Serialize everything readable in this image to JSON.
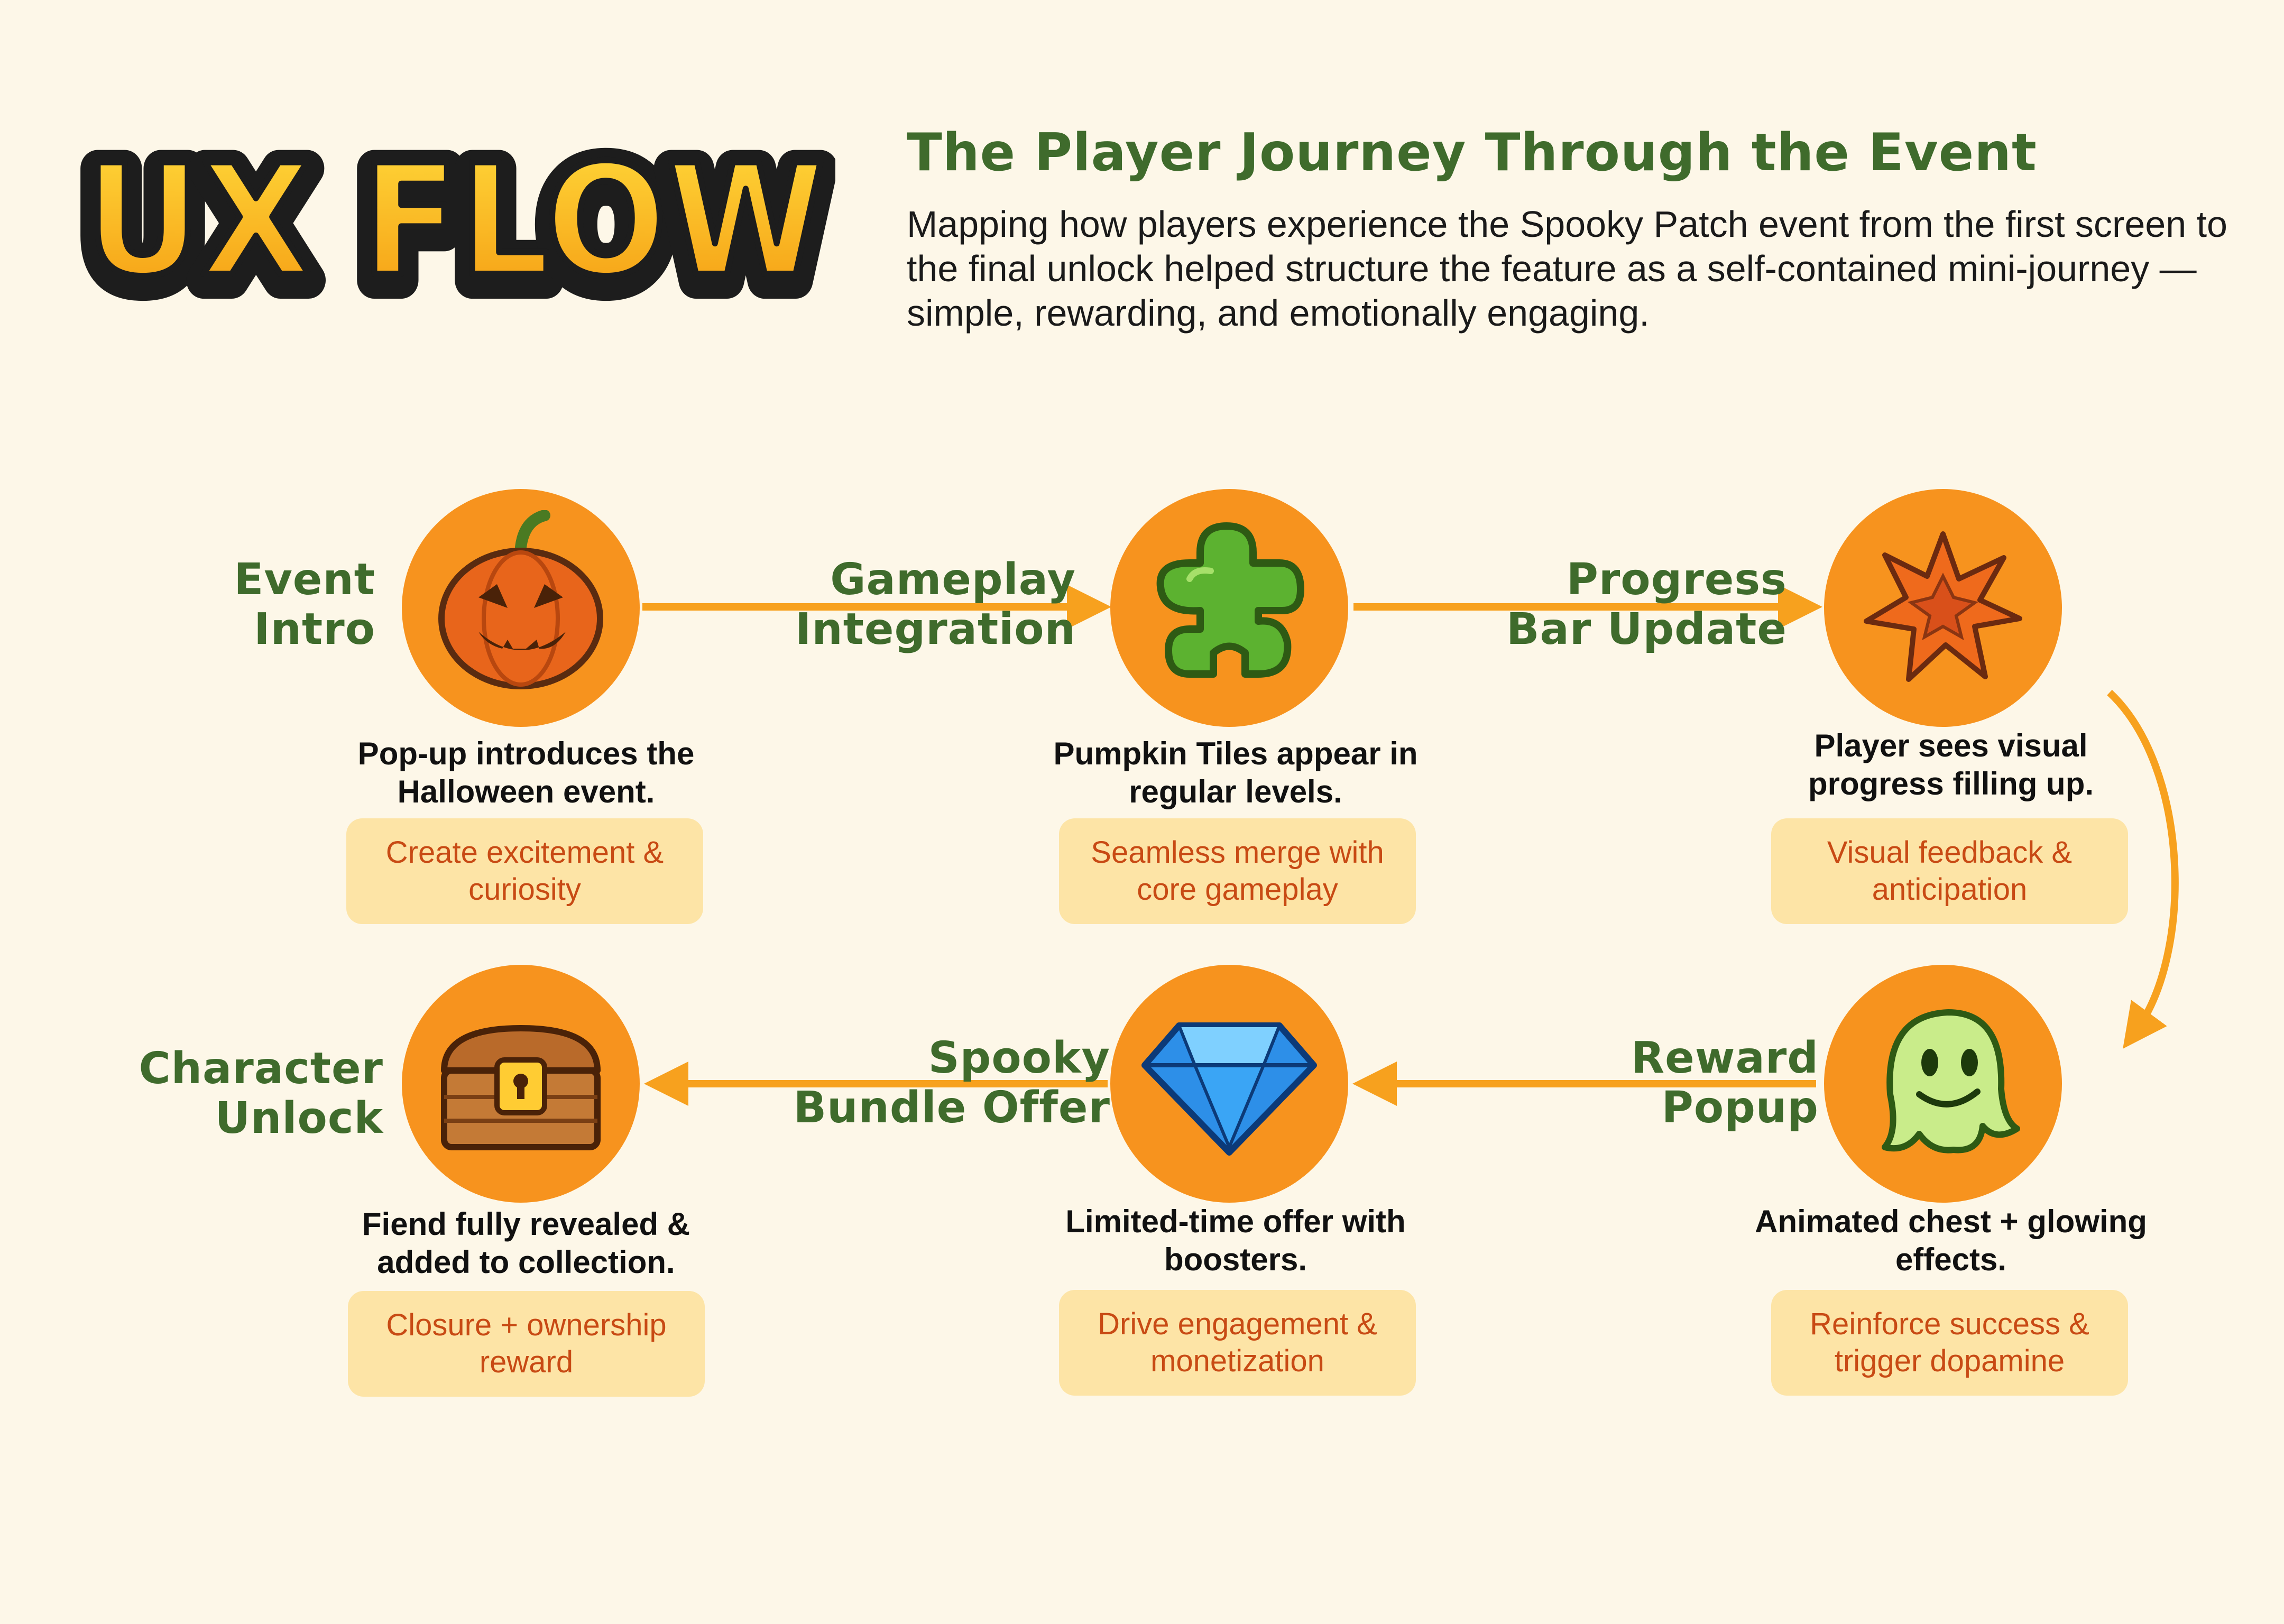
{
  "header": {
    "logo_text": "UX FLOW",
    "headline": "The Player Journey Through the Event",
    "intro": "Mapping how players experience the Spooky Patch event from the first screen to the final unlock helped structure the feature as a self-contained mini-journey — simple, rewarding, and emotionally engaging."
  },
  "steps": [
    {
      "title_line1": "Event",
      "title_line2": "Intro",
      "icon": "pumpkin-icon",
      "description": "Pop-up introduces the Halloween event.",
      "goal": "Create excitement & curiosity"
    },
    {
      "title_line1": "Gameplay",
      "title_line2": "Integration",
      "icon": "puzzle-piece-icon",
      "description": "Pumpkin Tiles appear in regular levels.",
      "goal": "Seamless merge with core gameplay"
    },
    {
      "title_line1": "Progress",
      "title_line2": "Bar Update",
      "icon": "star-burst-icon",
      "description": "Player sees visual progress filling up.",
      "goal": "Visual feedback & anticipation"
    },
    {
      "title_line1": "Reward",
      "title_line2": "Popup",
      "icon": "ghost-icon",
      "description": "Animated chest + glowing effects.",
      "goal": "Reinforce success & trigger dopamine"
    },
    {
      "title_line1": "Spooky",
      "title_line2": "Bundle Offer",
      "icon": "gem-icon",
      "description": "Limited-time offer with boosters.",
      "goal": "Drive engagement & monetization"
    },
    {
      "title_line1": "Character",
      "title_line2": "Unlock",
      "icon": "treasure-chest-icon",
      "description": "Fiend fully revealed & added to collection.",
      "goal": "Closure + ownership reward"
    }
  ],
  "colors": {
    "background": "#fdf7e8",
    "circle": "#f7931e",
    "title_green": "#3f6b2c",
    "tag_bg": "#fde4a6",
    "tag_text": "#c84a14",
    "arrow": "#f7a11e"
  }
}
